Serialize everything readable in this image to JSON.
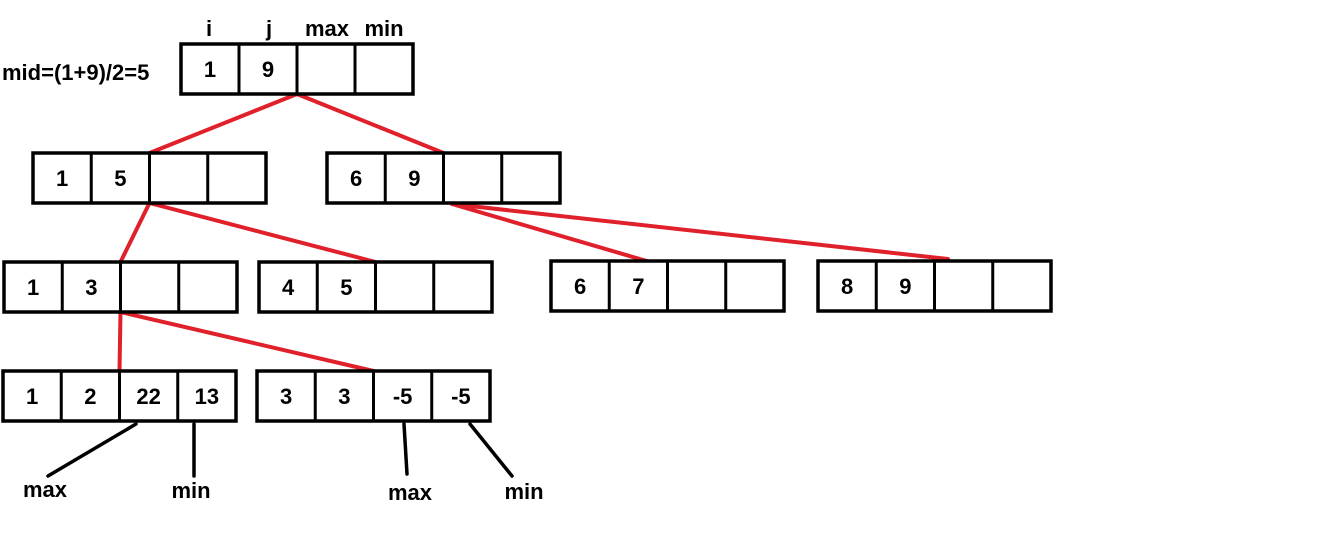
{
  "header": {
    "labels": [
      "i",
      "j",
      "max",
      "min"
    ]
  },
  "mid_label": "mid=(1+9)/2=5",
  "nodes": [
    {
      "id": "root",
      "cells": [
        "1",
        "9",
        "",
        ""
      ]
    },
    {
      "id": "n1_5",
      "cells": [
        "1",
        "5",
        "",
        ""
      ]
    },
    {
      "id": "n6_9",
      "cells": [
        "6",
        "9",
        "",
        ""
      ]
    },
    {
      "id": "n1_3",
      "cells": [
        "1",
        "3",
        "",
        ""
      ]
    },
    {
      "id": "n4_5",
      "cells": [
        "4",
        "5",
        "",
        ""
      ]
    },
    {
      "id": "n6_7",
      "cells": [
        "6",
        "7",
        "",
        ""
      ]
    },
    {
      "id": "n8_9",
      "cells": [
        "8",
        "9",
        "",
        ""
      ]
    },
    {
      "id": "n1_2",
      "cells": [
        "1",
        "2",
        "22",
        "13"
      ]
    },
    {
      "id": "n3_3",
      "cells": [
        "3",
        "3",
        "-5",
        "-5"
      ]
    }
  ],
  "edges": [
    [
      "root",
      "n1_5"
    ],
    [
      "root",
      "n6_9"
    ],
    [
      "n1_5",
      "n1_3"
    ],
    [
      "n1_5",
      "n4_5"
    ],
    [
      "n6_9",
      "n6_7"
    ],
    [
      "n6_9",
      "n8_9"
    ],
    [
      "n1_3",
      "n1_2"
    ],
    [
      "n1_3",
      "n3_3"
    ]
  ],
  "annotations": [
    {
      "node": "n1_2",
      "cell": 2,
      "text": "max"
    },
    {
      "node": "n1_2",
      "cell": 3,
      "text": "min"
    },
    {
      "node": "n3_3",
      "cell": 2,
      "text": "max"
    },
    {
      "node": "n3_3",
      "cell": 3,
      "text": "min"
    }
  ],
  "colors": {
    "edge": "#e0202a",
    "pointer": "#000000",
    "box": "#000000"
  }
}
